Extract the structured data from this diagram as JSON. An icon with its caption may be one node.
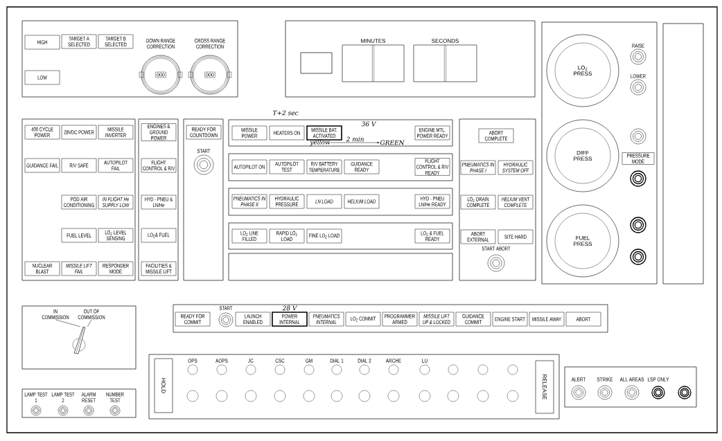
{
  "diagram": {
    "nodes": [
      {
        "text": [],
        "shape": "box"
      },
      {
        "text": [
          "HIGH"
        ],
        "in": 0
      },
      {
        "text": [
          "TARGET A SELECTED"
        ],
        "in": 0
      },
      {
        "text": [
          "TARGET B SELECTED"
        ],
        "in": 0
      },
      {
        "text": [
          "LOW"
        ],
        "in": 0
      },
      {
        "text": [
          "DOWN RANGE CORRECTION",
          "000"
        ],
        "in": 0
      },
      {
        "text": [
          "CROSS RANGE CORRECTION",
          "000"
        ],
        "in": 0
      },
      {
        "text": [],
        "shape": "box"
      },
      {
        "text": [],
        "shape": "box",
        "in": 7
      },
      {
        "text": [
          "MINUTES"
        ],
        "in": 7
      },
      {
        "text": [
          "SECONDS"
        ],
        "in": 7
      },
      {
        "text": [],
        "shape": "box"
      },
      {
        "text": [
          "400 CYCLE POWER"
        ],
        "in": 11
      },
      {
        "text": [
          "28VDC POWER"
        ],
        "in": 11
      },
      {
        "text": [
          "MISSILE INVERTER"
        ],
        "in": 11
      },
      {
        "text": [
          "GUIDANCE FAIL"
        ],
        "in": 11
      },
      {
        "text": [
          "R/V SAFE"
        ],
        "in": 11
      },
      {
        "text": [
          "AUTOPILOT FAIL"
        ],
        "in": 11
      },
      {
        "text": [
          "POD AIR CONDITIONING"
        ],
        "in": 11
      },
      {
        "text": [
          "IN FLIGHT He SUPPLY LOW"
        ],
        "in": 11
      },
      {
        "text": [
          "FUEL LEVEL"
        ],
        "in": 11
      },
      {
        "text": [
          "LO$_{2}$ LEVEL SENSING"
        ],
        "in": 11
      },
      {
        "text": [
          "NUCLEAR BLAST"
        ],
        "in": 11
      },
      {
        "text": [
          "MISSILE LIFT FAIL"
        ],
        "in": 11
      },
      {
        "text": [
          "RESPONDER MODE"
        ],
        "in": 11
      },
      {
        "text": [],
        "shape": "box"
      },
      {
        "text": [
          "ENGINES & GROUND POWER"
        ],
        "in": 25
      },
      {
        "text": [
          "FLIGHT CONTROL & R/V"
        ],
        "in": 25
      },
      {
        "text": [
          "HYD - PNEU & LN/He"
        ],
        "in": 25
      },
      {
        "text": [
          "LO$_{2}$& FUEL"
        ],
        "in": 25
      },
      {
        "text": [
          "FACILITIES & MISSILE LIFT"
        ],
        "in": 25
      },
      {
        "text": [],
        "shape": "box"
      },
      {
        "text": [
          "READY FOR COUNTDOWN"
        ],
        "in": 31
      },
      {
        "text": [],
        "shape": "box"
      },
      {
        "text": [
          "MISSILE POWER"
        ],
        "in": 33
      },
      {
        "text": [
          "HEATERS ON"
        ],
        "in": 33
      },
      {
        "text": [
          "MISSILE BAT. ACTIVATED"
        ],
        "in": 33
      },
      {
        "text": [
          "ENGINE MTL. POWER READY"
        ],
        "in": 33
      },
      {
        "text": [],
        "shape": "box"
      },
      {
        "text": [
          "AUTOPILOT ON"
        ],
        "in": 38
      },
      {
        "text": [
          "AUTOPILOT TEST"
        ],
        "in": 38
      },
      {
        "text": [
          "R/V BATTERY TEMPERATURE"
        ],
        "in": 38
      },
      {
        "text": [
          "GUIDANCE READY"
        ],
        "in": 38
      },
      {
        "text": [
          "FLIGHT CONTROL & R/V READY"
        ],
        "in": 38
      },
      {
        "text": [],
        "shape": "box"
      },
      {
        "text": [
          "PNEUMATICS IN PHASE II"
        ],
        "in": 44
      },
      {
        "text": [
          "HYDRAULIC PRESSURE"
        ],
        "in": 44
      },
      {
        "text": [
          "LN LOAD"
        ],
        "in": 44
      },
      {
        "text": [
          "HELIUM LOAD"
        ],
        "in": 44
      },
      {
        "text": [
          "HYD - PNEU LN/He READY"
        ],
        "in": 44
      },
      {
        "text": [],
        "shape": "box"
      },
      {
        "text": [
          "LO$_{2}$ LINE FILLED"
        ],
        "in": 50
      },
      {
        "text": [
          "RAPID LO$_{2}$ LOAD"
        ],
        "in": 50
      },
      {
        "text": [
          "FINE LO$_{2}$ LOAD"
        ],
        "in": 50
      },
      {
        "text": [
          "LO$_{2}$ & FUEL READY"
        ],
        "in": 50
      },
      {
        "text": [],
        "shape": "box"
      },
      {
        "text": [],
        "shape": "box"
      },
      {
        "text": [
          "ABORT COMPLETE"
        ],
        "in": 56
      },
      {
        "text": [
          "PNEUMATICS IN PHASE I"
        ],
        "in": 56
      },
      {
        "text": [
          "HYDRAULIC SYSTEM OFF"
        ],
        "in": 56
      },
      {
        "text": [
          "LO$_{2}$ DRAIN COMPLETE"
        ],
        "in": 56
      },
      {
        "text": [
          "HELIUM VENT COMPLETE"
        ],
        "in": 56
      },
      {
        "text": [
          "ABORT EXTERNAL"
        ],
        "in": 56
      },
      {
        "text": [
          "SITE HARD"
        ],
        "in": 56
      },
      {
        "text": [],
        "shape": "box"
      },
      {
        "text": [
          "LO$_{2}$ PRESS"
        ],
        "in": 64
      },
      {
        "text": [
          "DIFF PRESS"
        ],
        "in": 64
      },
      {
        "text": [
          "FUEL PRESS"
        ],
        "in": 64
      },
      {
        "text": [
          "PRESSURE MODE"
        ],
        "in": 64
      },
      {
        "text": [],
        "shape": "box"
      },
      {
        "text": [],
        "shape": "box"
      },
      {
        "text": [
          "IN COMMISSION"
        ],
        "in": 70
      },
      {
        "text": [
          "OUT OF COMMISSION"
        ],
        "in": 70
      },
      {
        "text": [],
        "shape": "picture",
        "in": 70
      },
      {
        "text": [],
        "shape": "box"
      },
      {
        "text": [],
        "shape": "box"
      },
      {
        "text": [
          "READY FOR COMMIT"
        ],
        "in": 75
      },
      {
        "text": [
          "LAUNCH ENABLED"
        ],
        "in": 75
      },
      {
        "text": [
          "POWER INTERNAL"
        ],
        "in": 75
      },
      {
        "text": [
          "PNEUMATICS INTERNAL"
        ],
        "in": 75
      },
      {
        "text": [
          "LO$_{2}$ COMMIT"
        ],
        "in": 75
      },
      {
        "text": [
          "PROGRAMMER ARMED"
        ],
        "in": 75
      },
      {
        "text": [
          "MISSILE LIFT UP & LOCKED"
        ],
        "in": 75
      },
      {
        "text": [
          "GUIDANCE COMMIT"
        ],
        "in": 75
      },
      {
        "text": [
          "ENGINE START"
        ],
        "in": 75
      },
      {
        "text": [
          "MISSILE AWAY"
        ],
        "in": 75
      },
      {
        "text": [
          "ABORT"
        ],
        "in": 75
      },
      {
        "text": [],
        "shape": "box"
      },
      {
        "text": [
          "HOLD"
        ],
        "in": 87
      },
      {
        "text": [
          "RELEASE"
        ],
        "in": 87
      },
      {
        "text": [],
        "shape": "box"
      },
      {
        "text": [
          "yellow"
        ],
        "in": 33
      },
      {
        "text": [
          "GREEN"
        ],
        "in": 33
      }
    ],
    "edges": [
      {
        "from": 71,
        "to": 73,
        "arrow": "none"
      },
      {
        "from": 72,
        "to": 73,
        "arrow": "none"
      },
      {
        "from": 91,
        "to": 92,
        "arrow": "to",
        "label": "2 min"
      }
    ],
    "labels": [
      "T+2 sec",
      "36 V",
      "28 V",
      "START",
      "START ABORT",
      "RAISE",
      "LOWER",
      "START",
      "LAMP TEST 1",
      "LAMP TEST 2",
      "ALARM RESET",
      "NUMBER TEST",
      "OPS",
      "AOPS",
      "JC",
      "CSC",
      "GM",
      "DIAL 1",
      "DIAL 2",
      "ARCHE",
      "LU",
      "ALERT",
      "STRIKE",
      "ALL AREAS",
      "LSP ONLY"
    ]
  }
}
